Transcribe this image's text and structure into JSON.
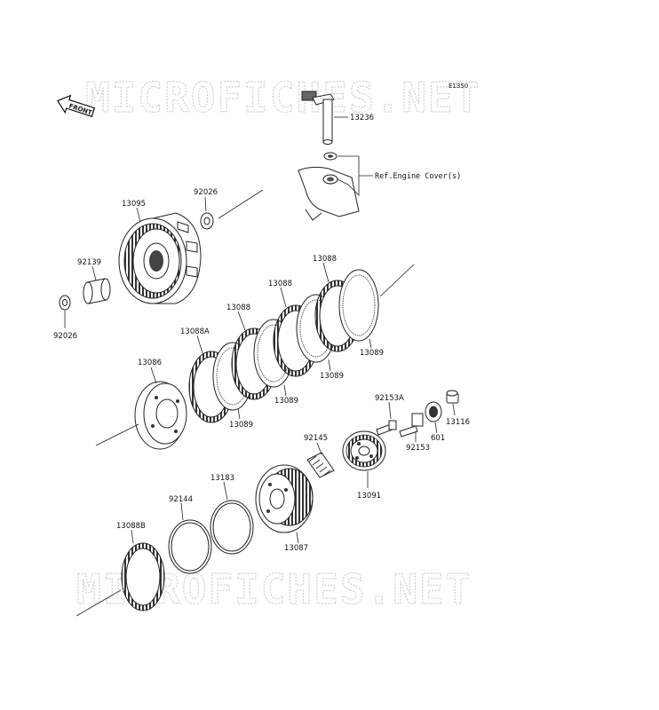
{
  "diagram_code": "E1350",
  "front_label": "FRONT",
  "watermark": "MICROFICHES.NET",
  "ref_note": "Ref.Engine Cover(s)",
  "labels": {
    "p13236": "13236",
    "p13095": "13095",
    "p92026a": "92026",
    "p92139": "92139",
    "p92026b": "92026",
    "p13088a": "13088",
    "p13088b": "13088",
    "p13088c": "13088",
    "p13088A": "13088A",
    "p13086": "13086",
    "p13089a": "13089",
    "p13089b": "13089",
    "p13089c": "13089",
    "p13089d": "13089",
    "p92153A": "92153A",
    "p13116": "13116",
    "p601": "601",
    "p92145": "92145",
    "p92153": "92153",
    "p13091": "13091",
    "p13183": "13183",
    "p92144": "92144",
    "p13088B": "13088B",
    "p13087": "13087"
  },
  "colors": {
    "ink": "#222222",
    "watermark": "#cfcfcf",
    "background": "#ffffff"
  }
}
